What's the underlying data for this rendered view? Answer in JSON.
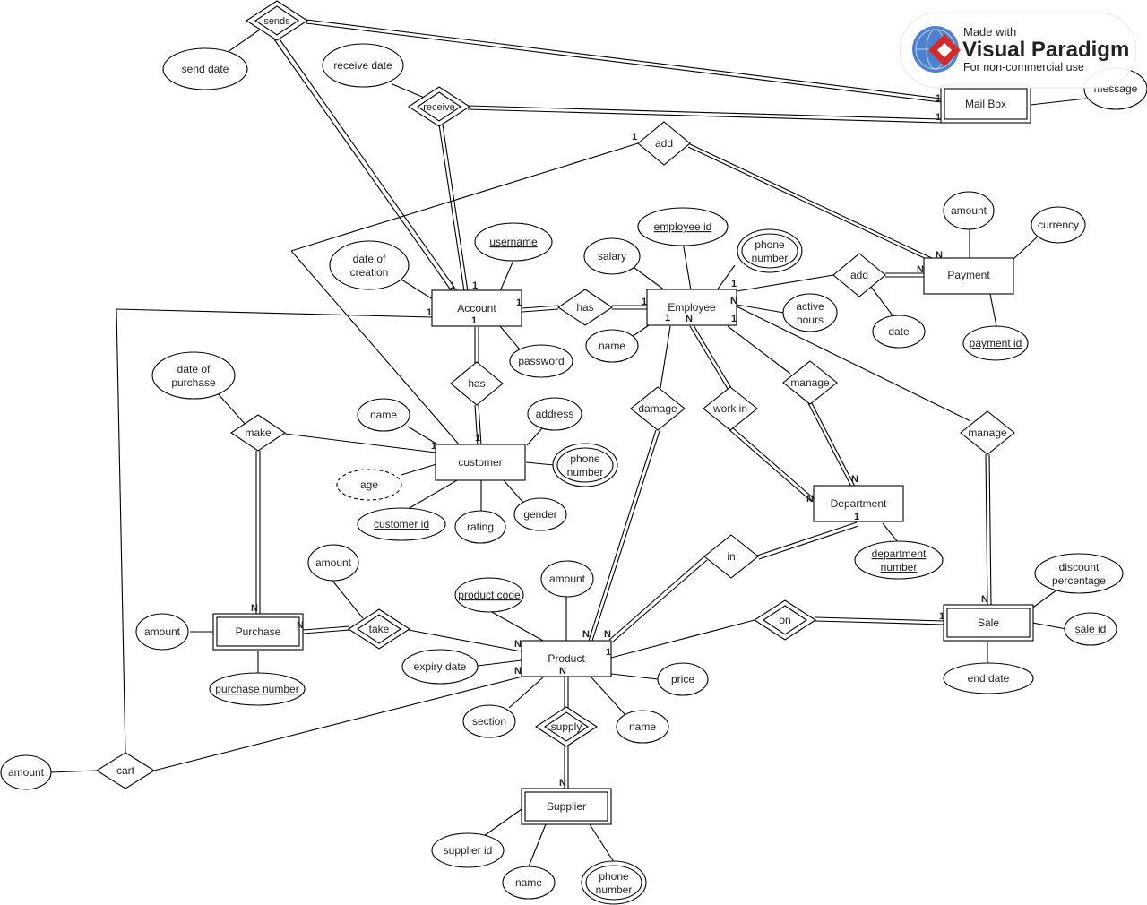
{
  "watermark": {
    "line1": "Made with",
    "line2": "Visual Paradigm",
    "line3": "For non-commercial use"
  },
  "entities": {
    "mailbox": "Mail Box",
    "payment": "Payment",
    "account": "Account",
    "employee": "Employee",
    "customer": "customer",
    "department": "Department",
    "purchase": "Purchase",
    "product": "Product",
    "sale": "Sale",
    "supplier": "Supplier"
  },
  "relationships": {
    "sends": "sends",
    "receive": "receive",
    "add_mail": "add",
    "has_acc_emp": "has",
    "add_payment": "add",
    "has_acc_cust": "has",
    "make": "make",
    "damage": "damage",
    "work_in": "work in",
    "manage_dept": "manage",
    "manage_sale": "manage",
    "in": "in",
    "take": "take",
    "on": "on",
    "supply": "supply",
    "cart": "cart"
  },
  "attributes": {
    "send_date": "send date",
    "receive_date": "receive date",
    "message": "message",
    "amount_pay": "amount",
    "currency": "currency",
    "employee_id": "employee id",
    "phone_emp": [
      "phone",
      "number"
    ],
    "salary": "salary",
    "username": "username",
    "date_creation": [
      "date of",
      "creation"
    ],
    "password": "password",
    "active_hours": [
      "active",
      "hours"
    ],
    "name_emp": "name",
    "date_add": "date",
    "payment_id": "payment id",
    "date_purchase": [
      "date of",
      "purchase"
    ],
    "name_cust": "name",
    "address": "address",
    "phone_cust": [
      "phone",
      "number"
    ],
    "age": "age",
    "customer_id": "customer id",
    "rating": "rating",
    "gender": "gender",
    "department_number": [
      "department",
      "number "
    ],
    "discount": [
      "discount",
      "percentage"
    ],
    "amount_take": "amount",
    "product_code": "product code",
    "amount_prod": "amount",
    "amount_purch": "amount",
    "purchase_number": "purchase number",
    "expiry_date": "expiry date",
    "price": "price",
    "section": "section",
    "name_prod": "name",
    "sale_id": "sale id",
    "end_date": "end date",
    "amount_cart": "amount",
    "supplier_id": "supplier id",
    "name_sup": "name",
    "phone_sup": [
      "phone",
      "number"
    ]
  },
  "cardinalities": {
    "one": "1",
    "many": "N"
  }
}
